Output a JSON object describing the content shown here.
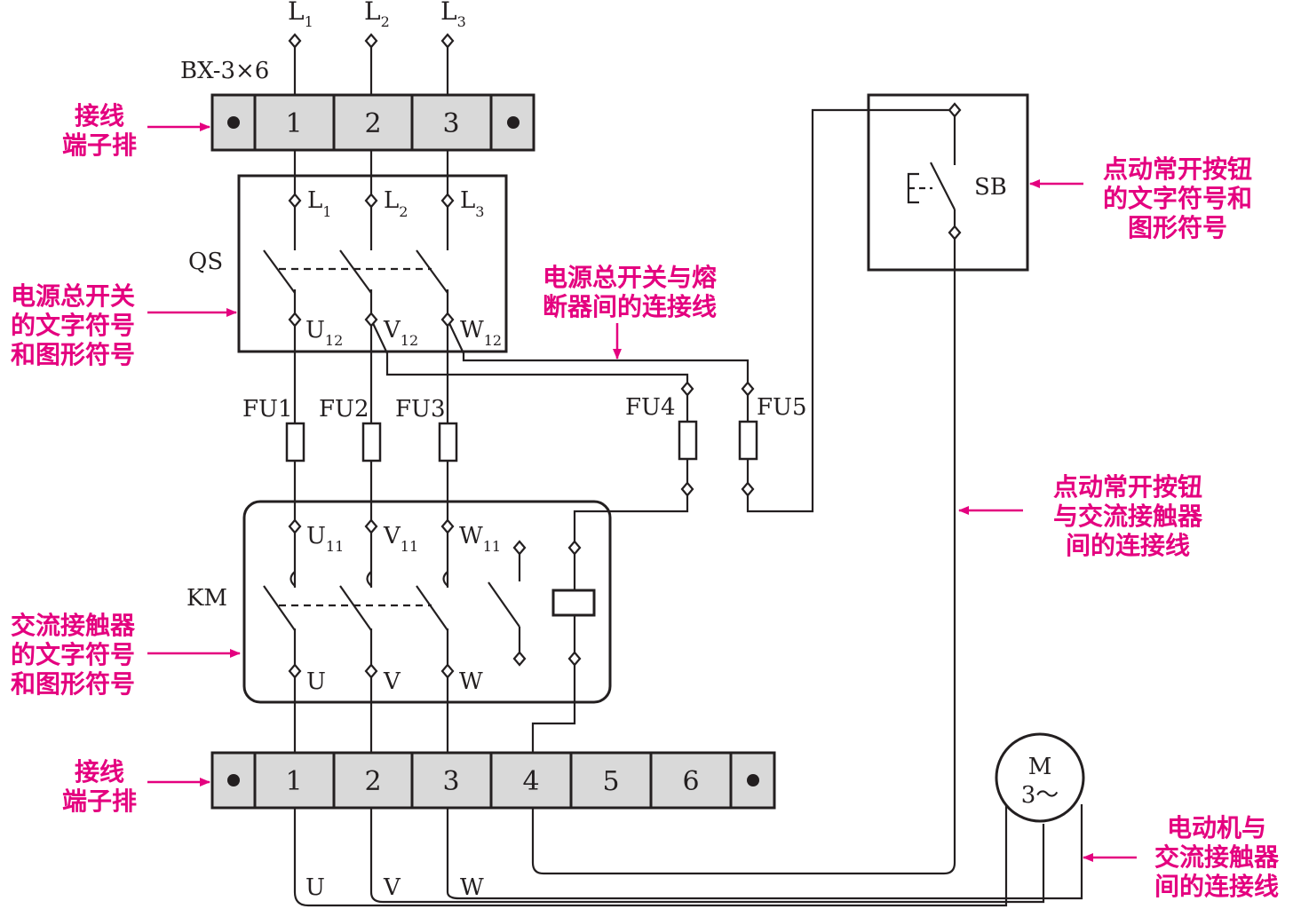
{
  "colors": {
    "line": "#231f20",
    "annotation": "#e4007f",
    "terminal_fill": "#d9d9d9"
  },
  "power": {
    "inputs": [
      {
        "main": "L",
        "sub": "1"
      },
      {
        "main": "L",
        "sub": "2"
      },
      {
        "main": "L",
        "sub": "3"
      }
    ],
    "cable": "BX-3×6"
  },
  "top_terminal": {
    "cells": [
      "1",
      "2",
      "3"
    ]
  },
  "qs": {
    "label": "QS",
    "in": [
      {
        "main": "L",
        "sub": "1"
      },
      {
        "main": "L",
        "sub": "2"
      },
      {
        "main": "L",
        "sub": "3"
      }
    ],
    "out": [
      {
        "main": "U",
        "sub": "12"
      },
      {
        "main": "V",
        "sub": "12"
      },
      {
        "main": "W",
        "sub": "12"
      }
    ]
  },
  "fuses": [
    "FU1",
    "FU2",
    "FU3",
    "FU4",
    "FU5"
  ],
  "km": {
    "label": "KM",
    "in": [
      {
        "main": "U",
        "sub": "11"
      },
      {
        "main": "V",
        "sub": "11"
      },
      {
        "main": "W",
        "sub": "11"
      }
    ],
    "out": [
      "U",
      "V",
      "W"
    ]
  },
  "sb": {
    "label": "SB"
  },
  "bottom_terminal": {
    "cells": [
      "1",
      "2",
      "3",
      "4",
      "5",
      "6"
    ]
  },
  "motor_wires": [
    "U",
    "V",
    "W"
  ],
  "motor": {
    "line1": "M",
    "line2": "3～"
  },
  "annotations": {
    "top_terminal": [
      "接线",
      "端子排"
    ],
    "qs": [
      "电源总开关",
      "的文字符号",
      "和图形符号"
    ],
    "qs_fuse_line": [
      "电源总开关与熔",
      "断器间的连接线"
    ],
    "sb": [
      "点动常开按钮",
      "的文字符号和",
      "图形符号"
    ],
    "sb_km_line": [
      "点动常开按钮",
      "与交流接触器",
      "间的连接线"
    ],
    "km": [
      "交流接触器",
      "的文字符号",
      "和图形符号"
    ],
    "bottom_terminal": [
      "接线",
      "端子排"
    ],
    "motor_line": [
      "电动机与",
      "交流接触器",
      "间的连接线"
    ]
  }
}
